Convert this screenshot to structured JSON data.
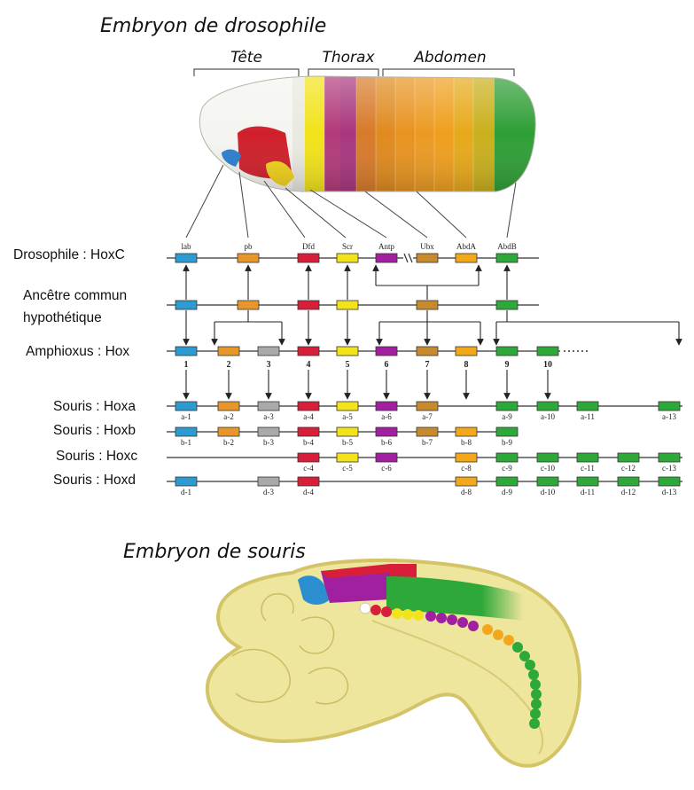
{
  "titles": {
    "drosophila_embryo": "Embryon de drosophile",
    "mouse_embryo": "Embryon de souris"
  },
  "regions": {
    "head": "Tête",
    "thorax": "Thorax",
    "abdomen": "Abdomen"
  },
  "colors": {
    "lab": "#2b9bd1",
    "pb": "#e8962a",
    "gray": "#a9a9a9",
    "dfd": "#d81f3a",
    "scr": "#f2e31a",
    "antp": "#a0209f",
    "ubx": "#c88a2e",
    "abda": "#f3a81c",
    "abdb": "#2fa83a",
    "mouse_body": "#ebe59a",
    "mouse_outline": "#d6c56a"
  },
  "rows": {
    "drosophila": {
      "label": "Drosophile :  HoxC",
      "genes": [
        {
          "name": "lab",
          "color": "lab"
        },
        {
          "name": "pb",
          "color": "pb"
        },
        {
          "name": "Dfd",
          "color": "dfd"
        },
        {
          "name": "Scr",
          "color": "scr"
        },
        {
          "name": "Antp",
          "color": "antp"
        },
        {
          "name": "Ubx",
          "color": "ubx"
        },
        {
          "name": "AbdA",
          "color": "abda"
        },
        {
          "name": "AbdB",
          "color": "abdb"
        }
      ]
    },
    "ancestor": {
      "label_line1": "Ancêtre commun",
      "label_line2": "hypothétique"
    },
    "amphioxus": {
      "label": "Amphioxus : Hox",
      "numbers": [
        "1",
        "2",
        "3",
        "4",
        "5",
        "6",
        "7",
        "8",
        "9",
        "10"
      ]
    },
    "hoxa": {
      "label": "Souris : Hoxa",
      "genes": [
        "a-1",
        "a-2",
        "a-3",
        "a-4",
        "a-5",
        "a-6",
        "a-7",
        "a-9",
        "a-10",
        "a-11",
        "a-13"
      ]
    },
    "hoxb": {
      "label": "Souris : Hoxb",
      "genes": [
        "b-1",
        "b-2",
        "b-3",
        "b-4",
        "b-5",
        "b-6",
        "b-7",
        "b-8",
        "b-9"
      ]
    },
    "hoxc": {
      "label": "Souris : Hoxc",
      "genes": [
        "c-4",
        "c-5",
        "c-6",
        "c-8",
        "c-9",
        "c-10",
        "c-11",
        "c-12",
        "c-13"
      ]
    },
    "hoxd": {
      "label": "Souris : Hoxd",
      "genes": [
        "d-1",
        "d-3",
        "d-4",
        "d-8",
        "d-9",
        "d-10",
        "d-11",
        "d-12",
        "d-13"
      ]
    }
  }
}
